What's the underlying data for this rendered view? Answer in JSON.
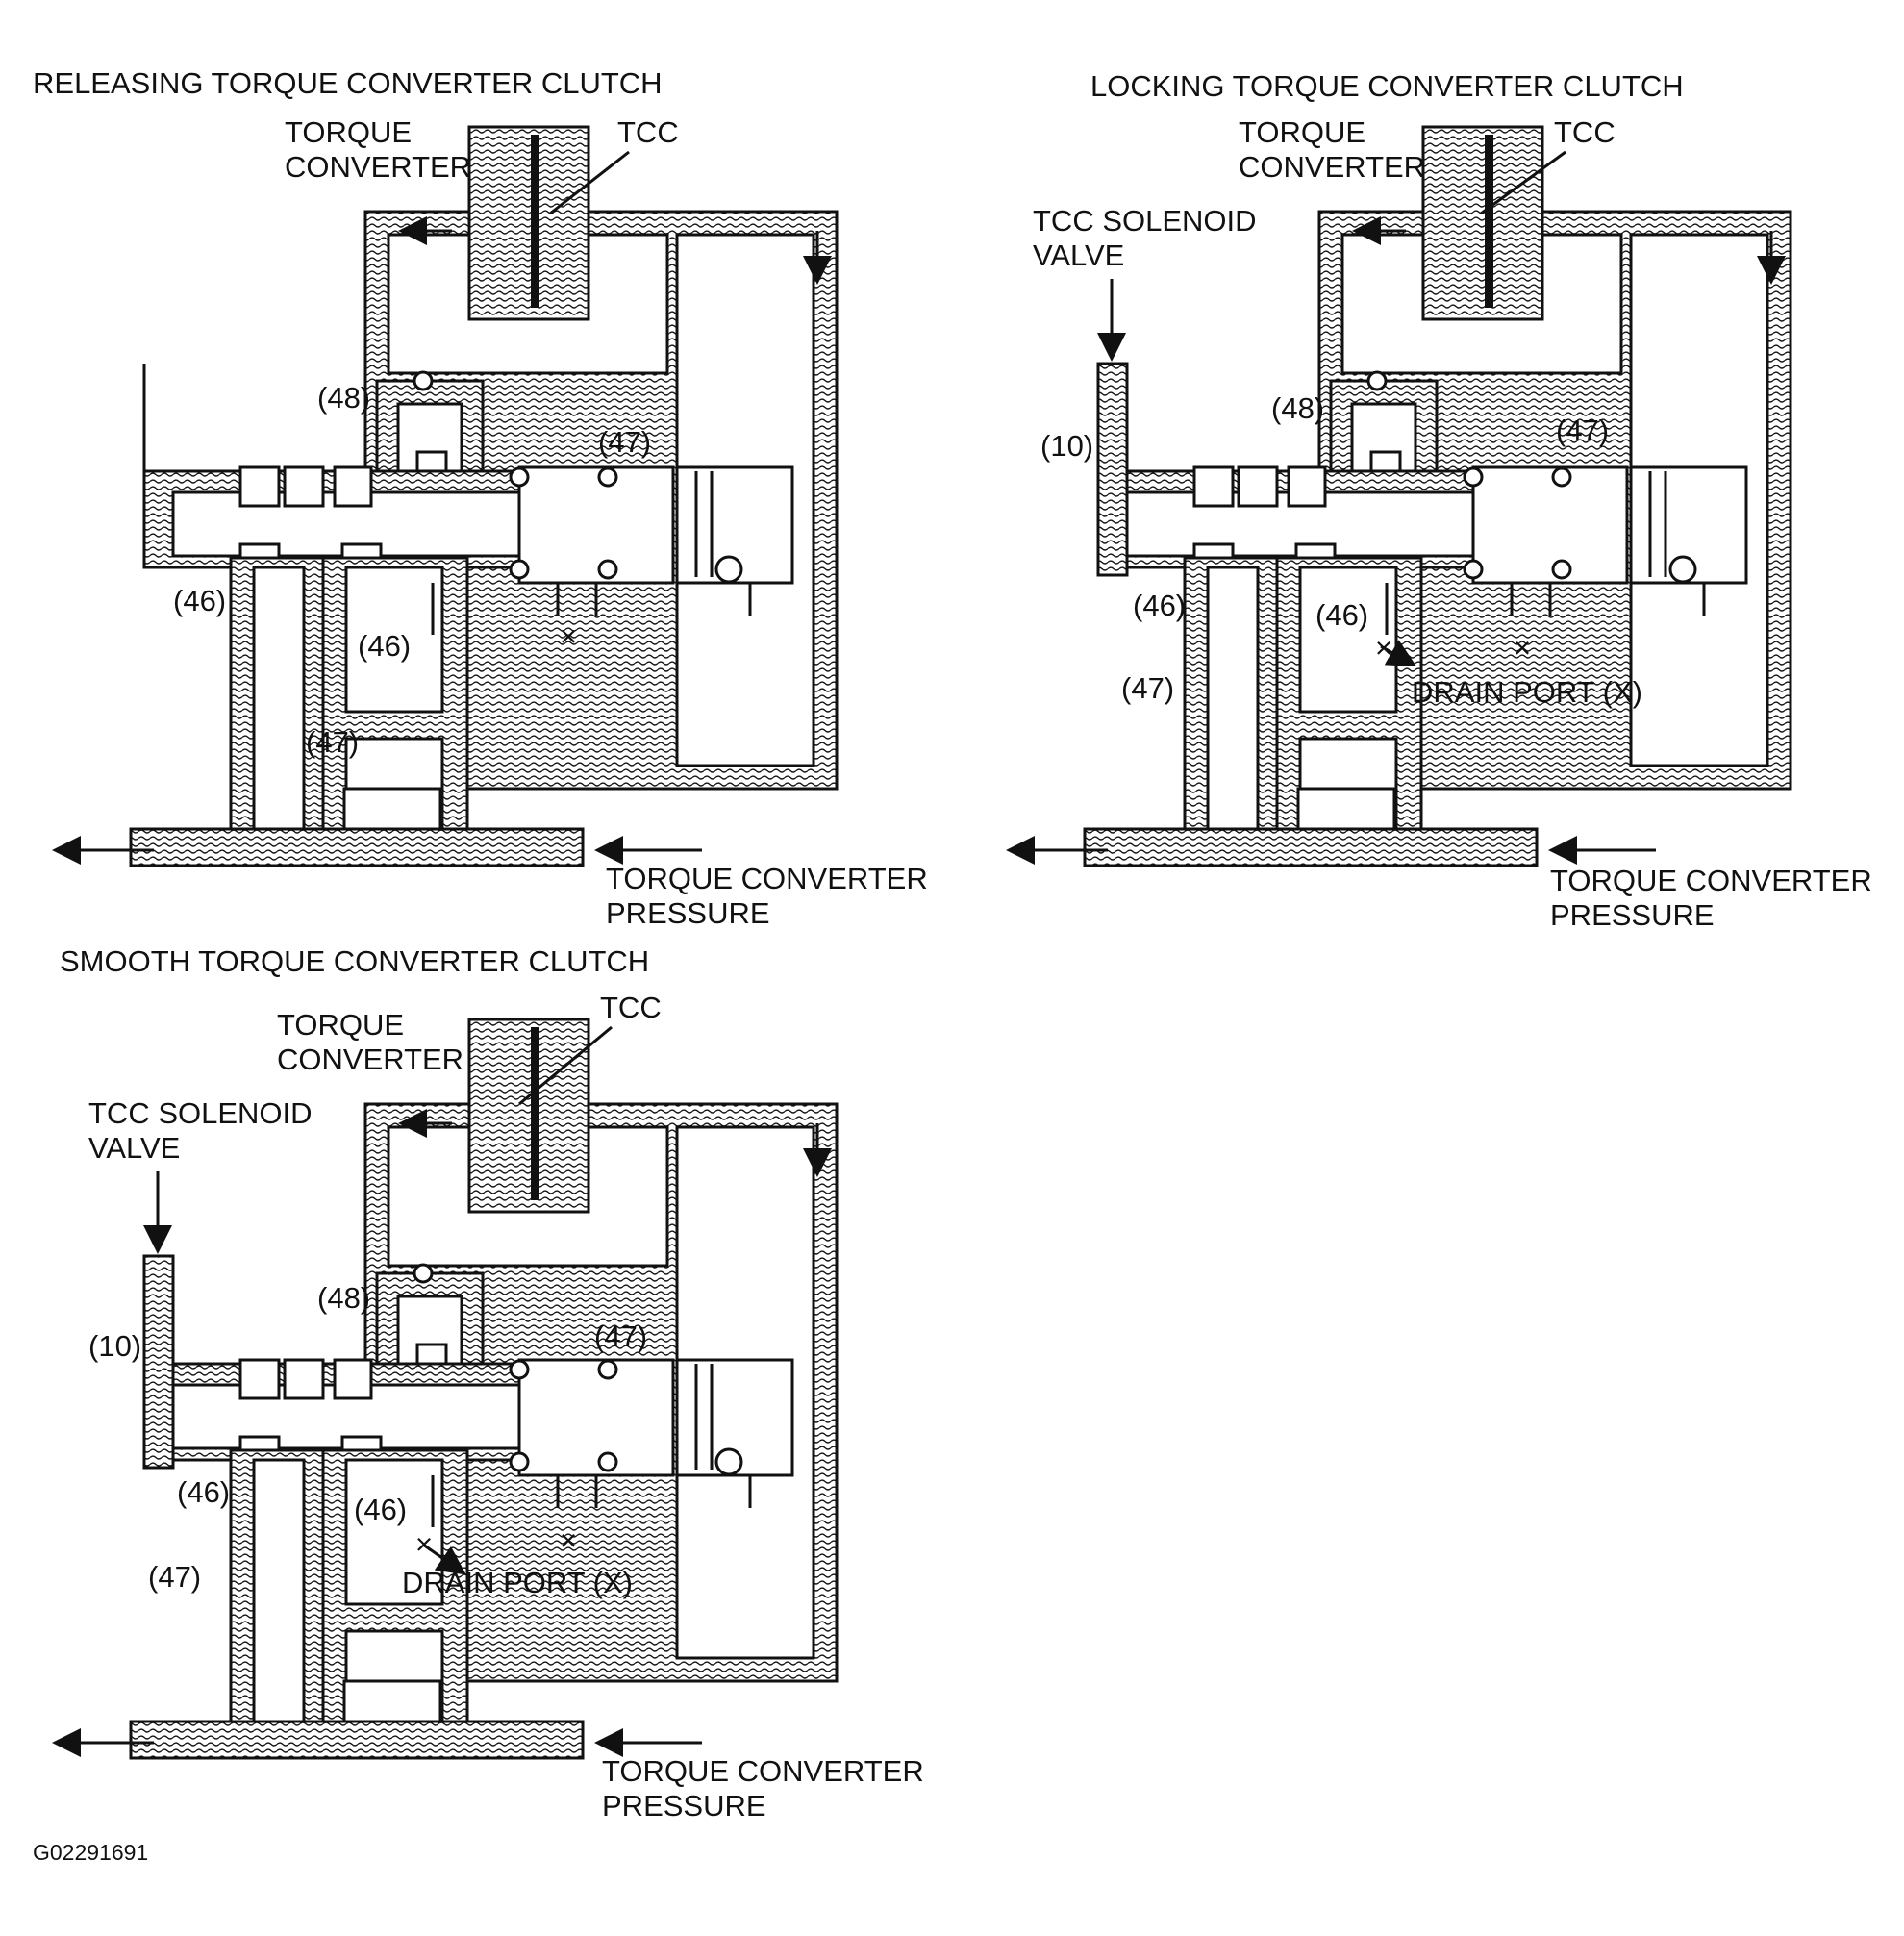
{
  "panels": [
    {
      "title": "RELEASING TORQUE CONVERTER CLUTCH",
      "torque_converter": "TORQUE\nCONVERTER",
      "tcc": "TCC",
      "passages": {
        "p48": "(48)",
        "p47_top": "(47)",
        "p46_left": "(46)",
        "p46_mid": "(46)",
        "p47_low": "(47)"
      },
      "pressure": "TORQUE CONVERTER\nPRESSURE"
    },
    {
      "title": "LOCKING TORQUE CONVERTER CLUTCH",
      "torque_converter": "TORQUE\nCONVERTER",
      "tcc": "TCC",
      "solenoid": "TCC SOLENOID\nVALVE",
      "passages": {
        "p10": "(10)",
        "p48": "(48)",
        "p47_top": "(47)",
        "p46_left": "(46)",
        "p46_mid": "(46)",
        "p47_low": "(47)"
      },
      "drain": "DRAIN PORT (X)",
      "pressure": "TORQUE CONVERTER\nPRESSURE"
    },
    {
      "title": "SMOOTH TORQUE CONVERTER CLUTCH",
      "torque_converter": "TORQUE\nCONVERTER",
      "tcc": "TCC",
      "solenoid": "TCC SOLENOID\nVALVE",
      "passages": {
        "p10": "(10)",
        "p48": "(48)",
        "p47_top": "(47)",
        "p46_left": "(46)",
        "p46_mid": "(46)",
        "p47_low": "(47)"
      },
      "drain": "DRAIN PORT (X)",
      "pressure": "TORQUE CONVERTER\nPRESSURE"
    }
  ],
  "figure_id": "G02291691",
  "icons": {
    "drain_marker": "x-cross-icon",
    "check_ball": "ball-icon",
    "flow_arrow": "arrow-icon"
  }
}
